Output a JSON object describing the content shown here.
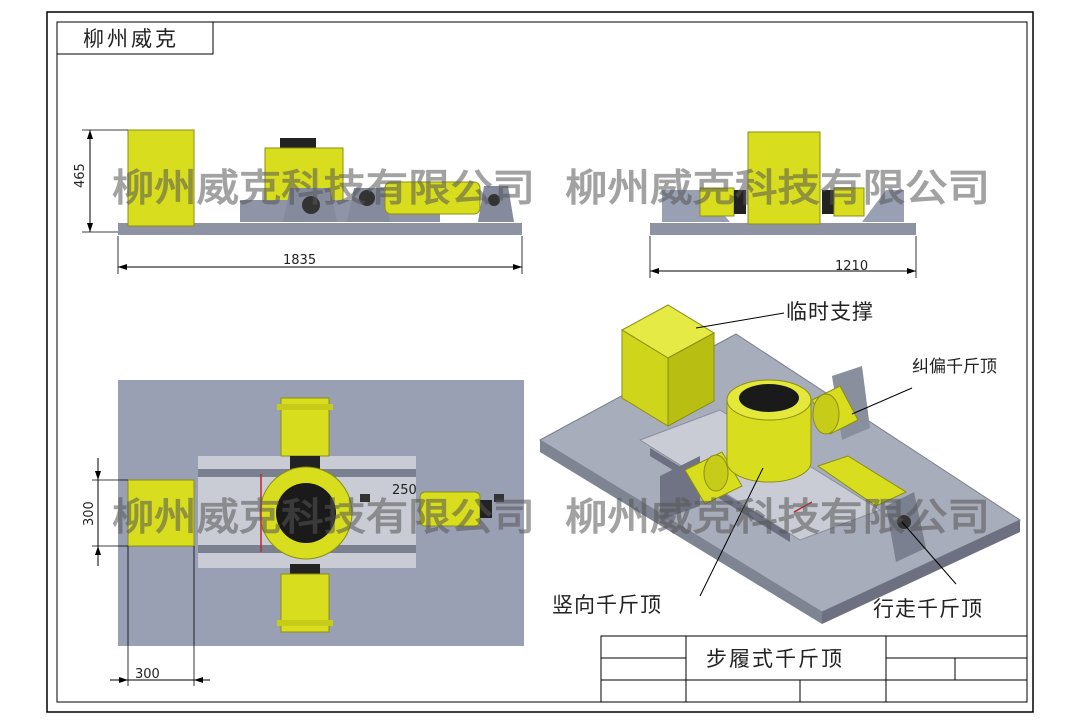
{
  "header": {
    "brand": "柳州威克"
  },
  "watermark": {
    "text": "柳州威克科技有限公司"
  },
  "dimensions": {
    "front_height": "465",
    "front_length": "1835",
    "side_length": "1210",
    "top_offset": "250",
    "top_height": "300",
    "top_width": "300"
  },
  "labels": {
    "temporary_support": "临时支撑",
    "correction_jack": "纠偏千斤顶",
    "vertical_jack": "竖向千斤顶",
    "walking_jack": "行走千斤顶"
  },
  "title_block": {
    "title": "步履式千斤顶"
  },
  "colors": {
    "yellow": "#d8de1e",
    "yellow_dark": "#a9ad10",
    "steel": "#9aa0b4",
    "plate": "#b9bdc8",
    "border": "#000000"
  }
}
